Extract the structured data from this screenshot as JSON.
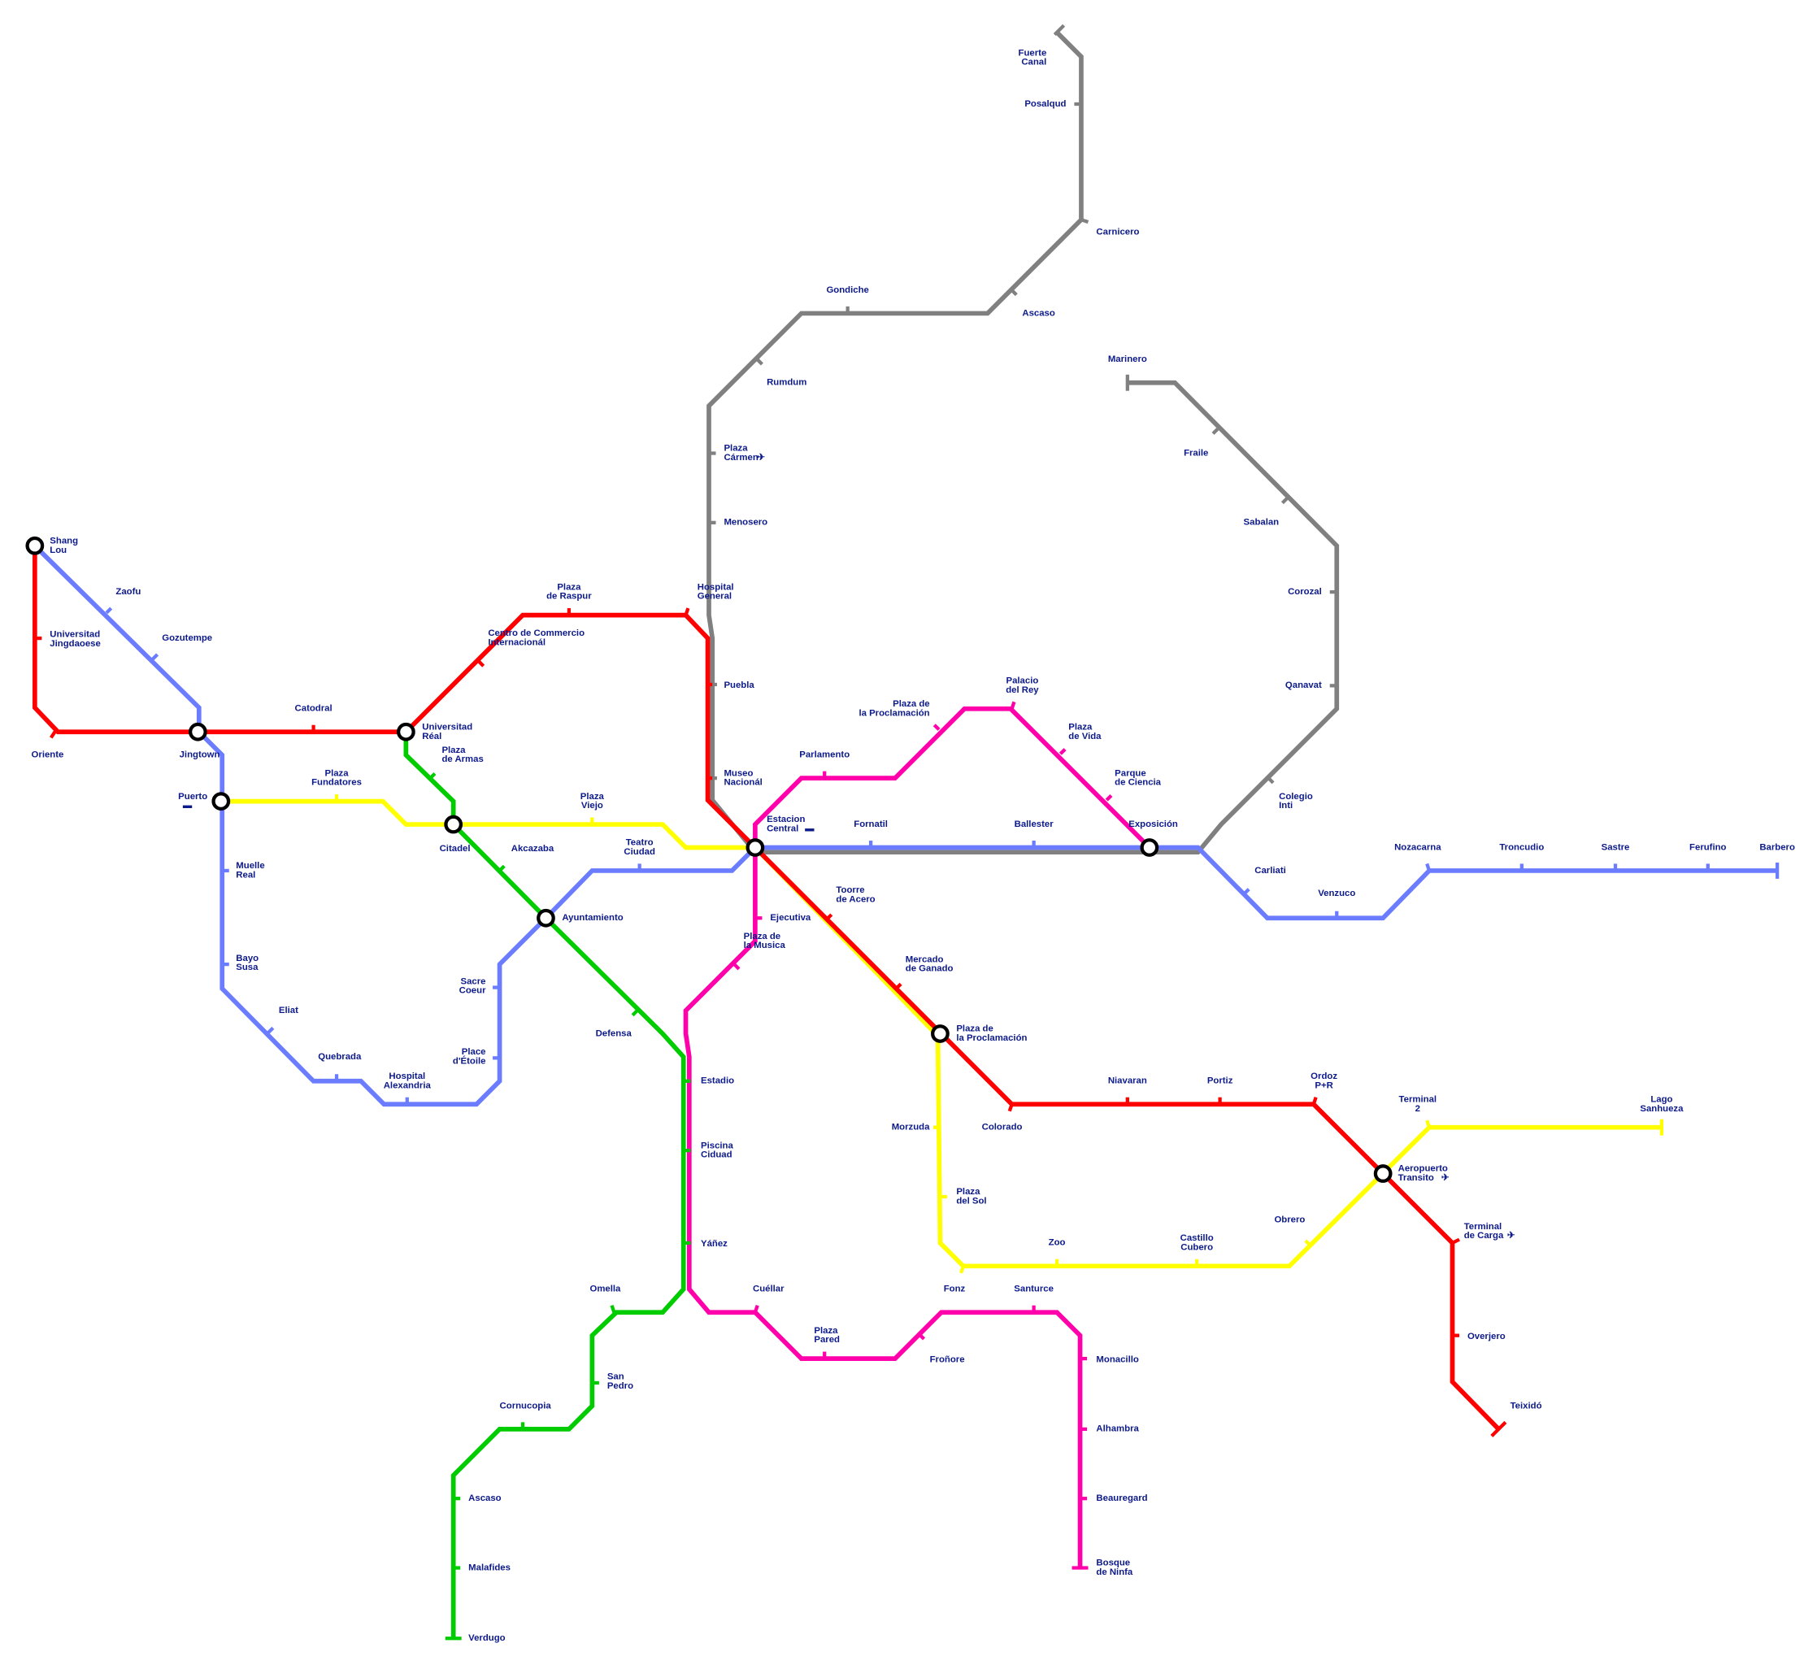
{
  "colors": {
    "red": "#ff0000",
    "blue": "#6b7cff",
    "gray": "#808080",
    "yellow": "#ffff00",
    "green": "#00cc00",
    "magenta": "#ff00aa",
    "label": "#0d1a8a"
  },
  "icons": {
    "ship": "ferry-icon",
    "train": "train-icon",
    "plane": "airplane-icon"
  },
  "stations": {
    "shanglou": {
      "name": [
        "Shang",
        "Lou"
      ]
    },
    "unijing": {
      "name": [
        "Universitad",
        "Jingdaoese"
      ]
    },
    "zaofu": {
      "name": [
        "Zaofu"
      ]
    },
    "gozutempe": {
      "name": [
        "Gozutempe"
      ]
    },
    "oriente": {
      "name": [
        "Oriente"
      ]
    },
    "jingtown": {
      "name": [
        "Jingtown"
      ]
    },
    "catodral": {
      "name": [
        "Catodral"
      ]
    },
    "unireal": {
      "name": [
        "Universitad",
        "Réal"
      ]
    },
    "armas": {
      "name": [
        "Plaza",
        "de Armas"
      ]
    },
    "centro": {
      "name": [
        "Centro de Commercio",
        "Internacionál"
      ]
    },
    "raspur": {
      "name": [
        "Plaza",
        "de Raspur"
      ]
    },
    "hospgen": {
      "name": [
        "Hospital",
        "General"
      ]
    },
    "puerto": {
      "name": [
        "Puerto"
      ]
    },
    "fundatores": {
      "name": [
        "Plaza",
        "Fundatores"
      ]
    },
    "viejo": {
      "name": [
        "Plaza",
        "Viejo"
      ]
    },
    "citadel": {
      "name": [
        "Citadel"
      ]
    },
    "akcazaba": {
      "name": [
        "Akcazaba"
      ]
    },
    "muelle": {
      "name": [
        "Muelle",
        "Real"
      ]
    },
    "teatro": {
      "name": [
        "Teatro",
        "Ciudad"
      ]
    },
    "ayunt": {
      "name": [
        "Ayuntamiento"
      ]
    },
    "bayo": {
      "name": [
        "Bayo",
        "Susa"
      ]
    },
    "eliat": {
      "name": [
        "Eliat"
      ]
    },
    "sacre": {
      "name": [
        "Sacre",
        "Coeur"
      ]
    },
    "quebrada": {
      "name": [
        "Quebrada"
      ]
    },
    "hospalex": {
      "name": [
        "Hospital",
        "Alexandria"
      ]
    },
    "etoile": {
      "name": [
        "Place",
        "d'Étoile"
      ]
    },
    "defensa": {
      "name": [
        "Defensa"
      ]
    },
    "central": {
      "name": [
        "Estacion",
        "Central"
      ]
    },
    "fornatil": {
      "name": [
        "Fornatil"
      ]
    },
    "ballester": {
      "name": [
        "Ballester"
      ]
    },
    "exposicion": {
      "name": [
        "Exposición"
      ]
    },
    "parlamento": {
      "name": [
        "Parlamento"
      ]
    },
    "proclam_m": {
      "name": [
        "Plaza de",
        "la Proclamación"
      ]
    },
    "palacio": {
      "name": [
        "Palacio",
        "del Rey"
      ]
    },
    "vida": {
      "name": [
        "Plaza",
        "de Vida"
      ]
    },
    "ciencia": {
      "name": [
        "Parque",
        "de Ciencia"
      ]
    },
    "ejecutiva": {
      "name": [
        "Ejecutiva"
      ]
    },
    "musica": {
      "name": [
        "Plaza de",
        "la Musica"
      ]
    },
    "acero": {
      "name": [
        "Toorre",
        "de Acero"
      ]
    },
    "mercado": {
      "name": [
        "Mercado",
        "de Ganado"
      ]
    },
    "proclam": {
      "name": [
        "Plaza de",
        "la Proclamación"
      ]
    },
    "morzuda": {
      "name": [
        "Morzuda"
      ]
    },
    "colorado": {
      "name": [
        "Colorado"
      ]
    },
    "niavaran": {
      "name": [
        "Niavaran"
      ]
    },
    "portiz": {
      "name": [
        "Portiz"
      ]
    },
    "ordoz": {
      "name": [
        "Ordoz",
        "P+R"
      ]
    },
    "terminal2": {
      "name": [
        "Terminal",
        "2"
      ]
    },
    "lago": {
      "name": [
        "Lago",
        "Sanhueza"
      ]
    },
    "aeropuerto": {
      "name": [
        "Aeropuerto",
        "Transito"
      ]
    },
    "sol": {
      "name": [
        "Plaza",
        "del Sol"
      ]
    },
    "obrero": {
      "name": [
        "Obrero"
      ]
    },
    "carga": {
      "name": [
        "Terminal",
        "de Carga"
      ]
    },
    "zoo": {
      "name": [
        "Zoo"
      ]
    },
    "castillo": {
      "name": [
        "Castillo",
        "Cubero"
      ]
    },
    "estadio": {
      "name": [
        "Estadio"
      ]
    },
    "piscina": {
      "name": [
        "Piscina",
        "Ciduad"
      ]
    },
    "yanez": {
      "name": [
        "Yáñez"
      ]
    },
    "omella": {
      "name": [
        "Omella"
      ]
    },
    "cuellar": {
      "name": [
        "Cuéllar"
      ]
    },
    "fonz": {
      "name": [
        "Fonz"
      ]
    },
    "santurce": {
      "name": [
        "Santurce"
      ]
    },
    "pared": {
      "name": [
        "Plaza",
        "Pared"
      ]
    },
    "fronore": {
      "name": [
        "Froñore"
      ]
    },
    "monacillo": {
      "name": [
        "Monacillo"
      ]
    },
    "overjero": {
      "name": [
        "Overjero"
      ]
    },
    "sanpedro": {
      "name": [
        "San",
        "Pedro"
      ]
    },
    "cornucopia": {
      "name": [
        "Cornucopia"
      ]
    },
    "teixido": {
      "name": [
        "Teixidó"
      ]
    },
    "alhambra": {
      "name": [
        "Alhambra"
      ]
    },
    "ascaso_g": {
      "name": [
        "Ascaso"
      ]
    },
    "beauregard": {
      "name": [
        "Beauregard"
      ]
    },
    "malafides": {
      "name": [
        "Malafides"
      ]
    },
    "bosque": {
      "name": [
        "Bosque",
        "de Ninfa"
      ]
    },
    "verdugo": {
      "name": [
        "Verdugo"
      ]
    },
    "fuerte": {
      "name": [
        "Fuerte",
        "Canal"
      ]
    },
    "posalqud": {
      "name": [
        "Posalqud"
      ]
    },
    "carnicero": {
      "name": [
        "Carnicero"
      ]
    },
    "gondiche": {
      "name": [
        "Gondiche"
      ]
    },
    "ascaso": {
      "name": [
        "Ascaso"
      ]
    },
    "rumdum": {
      "name": [
        "Rumdum"
      ]
    },
    "carmen": {
      "name": [
        "Plaza",
        "Cármen"
      ]
    },
    "menosero": {
      "name": [
        "Menosero"
      ]
    },
    "puebla": {
      "name": [
        "Puebla"
      ]
    },
    "museo": {
      "name": [
        "Museo",
        "Nacionál"
      ]
    },
    "marinero": {
      "name": [
        "Marinero"
      ]
    },
    "fraile": {
      "name": [
        "Fraile"
      ]
    },
    "sabalan": {
      "name": [
        "Sabalan"
      ]
    },
    "corozal": {
      "name": [
        "Corozal"
      ]
    },
    "qanavat": {
      "name": [
        "Qanavat"
      ]
    },
    "colegio": {
      "name": [
        "Colegio",
        "Inti"
      ]
    },
    "carliati": {
      "name": [
        "Carliati"
      ]
    },
    "venzuco": {
      "name": [
        "Venzuco"
      ]
    },
    "nozacarna": {
      "name": [
        "Nozacarna"
      ]
    },
    "troncudio": {
      "name": [
        "Troncudio"
      ]
    },
    "sastre": {
      "name": [
        "Sastre"
      ]
    },
    "ferufino": {
      "name": [
        "Ferufino"
      ]
    },
    "barbero": {
      "name": [
        "Barbero"
      ]
    }
  }
}
